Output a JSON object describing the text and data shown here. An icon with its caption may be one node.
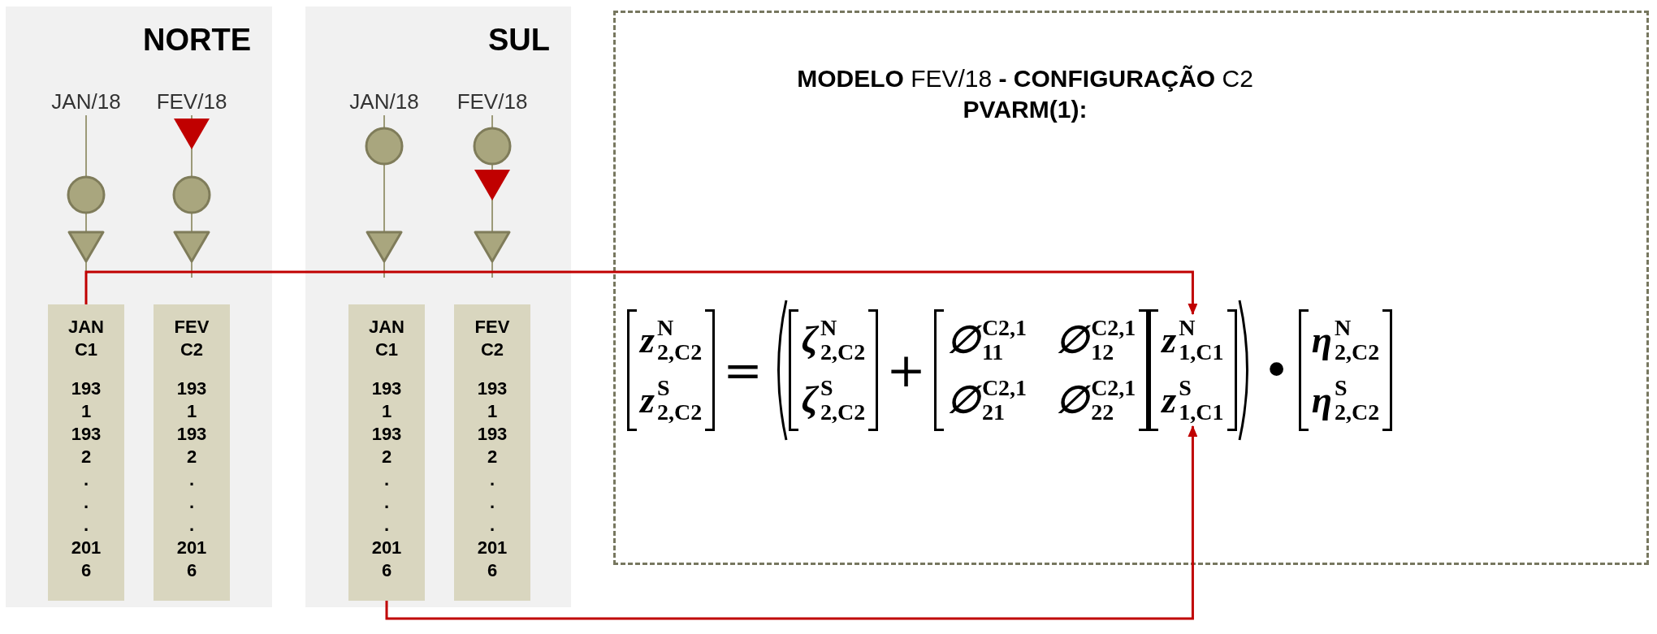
{
  "diagram": {
    "nodes": [
      {
        "text": [
          "NORTE"
        ]
      },
      {
        "text": [
          "SUL"
        ]
      },
      {
        "text": [
          "**MODELO** FEV/18 **- CONFIGURAÇÃO** C2",
          "PVARM(1):"
        ]
      },
      {
        "text": [
          "JAN C1",
          "1931",
          "1932",
          ".",
          ".",
          ".",
          "2016"
        ],
        "in": 0
      },
      {
        "text": [
          "FEV C2",
          "1931",
          "1932",
          ".",
          ".",
          ".",
          "2016"
        ],
        "in": 0
      },
      {
        "text": [
          "JAN C1",
          "1931",
          "1932",
          ".",
          ".",
          ".",
          "2016"
        ],
        "in": 1
      },
      {
        "text": [
          "FEV C2",
          "1931",
          "1932",
          ".",
          ".",
          ".",
          "2016"
        ],
        "in": 1
      },
      {
        "text": [
          "*z*$^{N}$$_{1,C1}$"
        ],
        "in": 2
      },
      {
        "text": [
          "*z*$^{S}$$_{1,C1}$"
        ],
        "in": 2
      }
    ],
    "edges": [
      {
        "from": 3,
        "to": 7,
        "arrow": "to"
      },
      {
        "from": 5,
        "to": 8,
        "arrow": "to"
      }
    ],
    "labels": [
      "JAN/18",
      "FEV/18",
      "JAN/18",
      "FEV/18",
      "*z*$^{N}$$_{2,C2}$",
      "*z*$^{S}$$_{2,C2}$",
      "=",
      "*ζ*$^{N}$$_{2,C2}$",
      "*ζ*$^{S}$$_{2,C2}$",
      "+",
      "*∅*$^{C2,1}$$_{11}$",
      "*∅*$^{C2,1}$$_{12}$",
      "*∅*$^{C2,1}$$_{21}$",
      "*∅*$^{C2,1}$$_{22}$",
      "•",
      "*η*$^{N}$$_{2,C2}$",
      "*η*$^{S}$$_{2,C2}$"
    ]
  }
}
